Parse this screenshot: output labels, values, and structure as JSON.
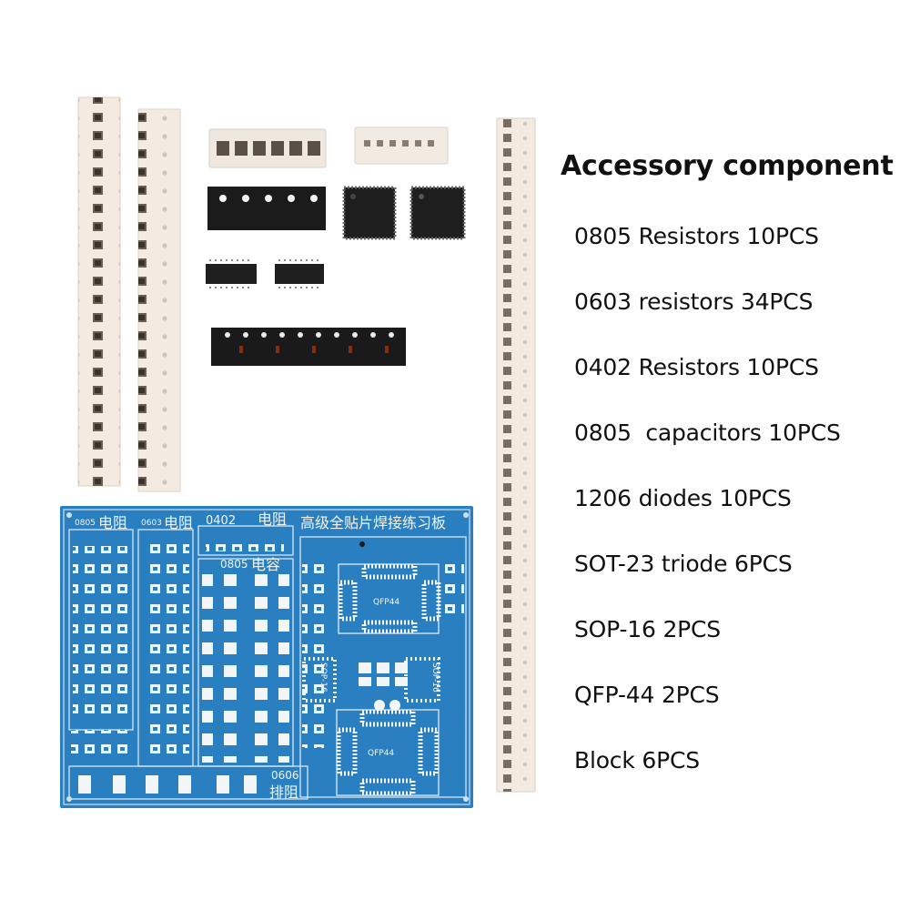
{
  "title": "Accessory component",
  "items": [
    "0805 Resistors 10PCS",
    "0603 resistors 34PCS",
    "0402 Resistors 10PCS",
    "0805  capacitors 10PCS",
    "1206 diodes 10PCS",
    "SOT-23 triode 6PCS",
    "SOP-16 2PCS",
    "QFP-44 2PCS",
    "Block 6PCS"
  ],
  "board": {
    "label_0805": "0805",
    "label_0603": "0603",
    "label_0402": "0402",
    "label_resistor": "电阻",
    "label_0805c": "0805",
    "label_capacitor": "电容",
    "board_title": "高级全贴片焊接练习板",
    "label_qfp44_top": "QFP44",
    "label_qfp44_bottom": "QFP44",
    "label_sop16_left": "SOP-16",
    "label_sop16_right": "SOP-16",
    "label_0606": "0606",
    "label_array": "排阻"
  },
  "colors": {
    "pcb_blue": "#2a7fc0",
    "pcb_silk": "#e8f1f8",
    "pad_white": "#f3f6f8",
    "tape": "#f3ebe2",
    "chip_black": "#1a1a1a",
    "text": "#111111"
  }
}
